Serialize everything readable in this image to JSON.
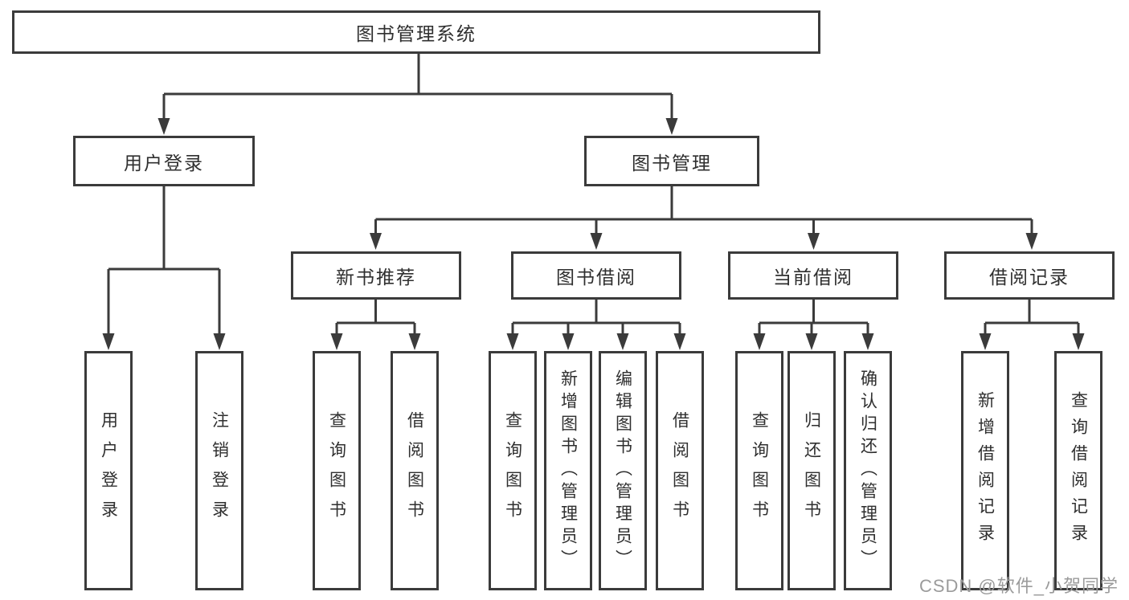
{
  "diagram": {
    "root": {
      "label": "图书管理系统",
      "children": [
        {
          "label": "用户登录",
          "children": [
            {
              "label": "用户登录"
            },
            {
              "label": "注销登录"
            }
          ]
        },
        {
          "label": "图书管理",
          "children": [
            {
              "label": "新书推荐",
              "children": [
                {
                  "label": "查询图书"
                },
                {
                  "label": "借阅图书"
                }
              ]
            },
            {
              "label": "图书借阅",
              "children": [
                {
                  "label": "查询图书"
                },
                {
                  "label": "新增图书（管理员）"
                },
                {
                  "label": "编辑图书（管理员）"
                },
                {
                  "label": "借阅图书"
                }
              ]
            },
            {
              "label": "当前借阅",
              "children": [
                {
                  "label": "查询图书"
                },
                {
                  "label": "归还图书"
                },
                {
                  "label": "确认归还（管理员）"
                }
              ]
            },
            {
              "label": "借阅记录",
              "children": [
                {
                  "label": "新增借阅记录"
                },
                {
                  "label": "查询借阅记录"
                }
              ]
            }
          ]
        }
      ]
    }
  },
  "watermark": {
    "text": "CSDN @软件_小贺同学"
  },
  "colors": {
    "line": "#3b3b3b",
    "text": "#2f2f2f",
    "watermark": "#9b9b9b",
    "background": "#ffffff"
  }
}
